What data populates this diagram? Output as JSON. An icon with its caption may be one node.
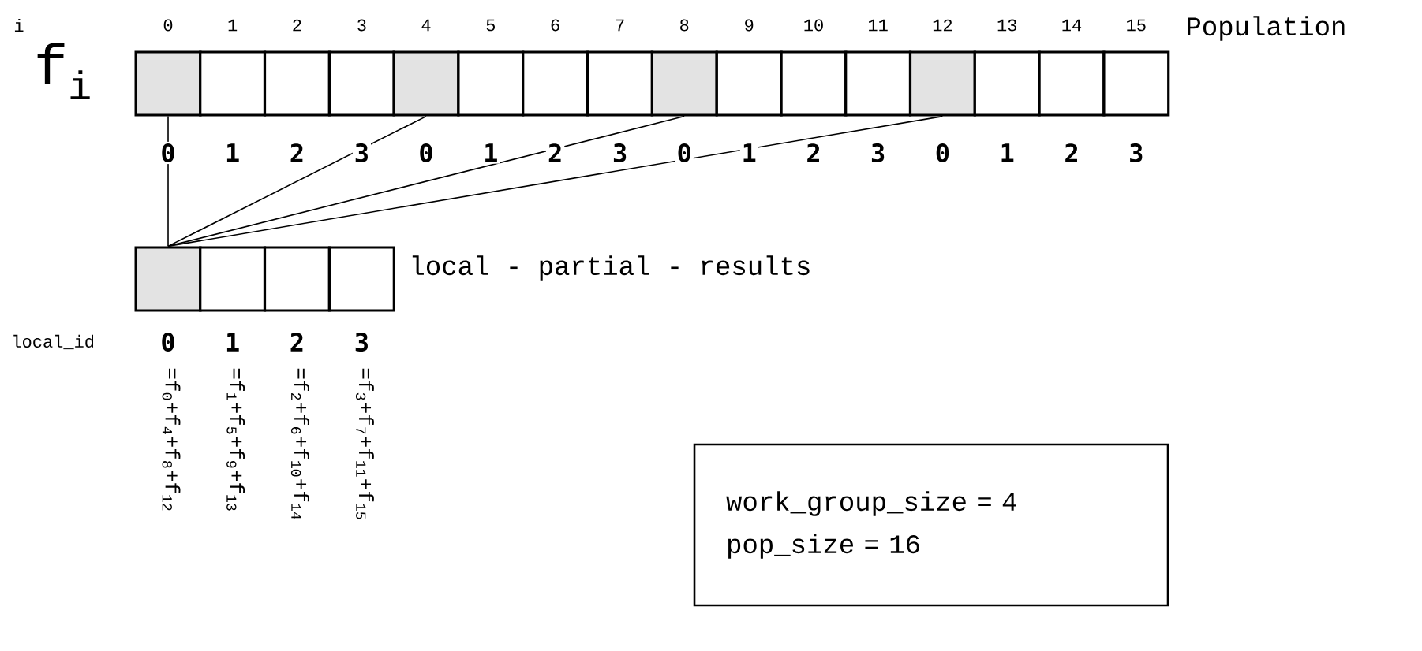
{
  "diagram": {
    "nodes": [
      {
        "text": [],
        "shape": "box",
        "beside": [
          "0",
          "0"
        ]
      },
      {
        "text": [],
        "shape": "box",
        "beside": [
          "1",
          "1"
        ]
      },
      {
        "text": [],
        "shape": "box",
        "beside": [
          "2",
          "2"
        ]
      },
      {
        "text": [],
        "shape": "box",
        "beside": [
          "3",
          "3"
        ]
      },
      {
        "text": [],
        "shape": "box",
        "beside": [
          "4",
          "0"
        ]
      },
      {
        "text": [],
        "shape": "box",
        "beside": [
          "5",
          "1"
        ]
      },
      {
        "text": [],
        "shape": "box",
        "beside": [
          "6",
          "2"
        ]
      },
      {
        "text": [],
        "shape": "box",
        "beside": [
          "7",
          "3"
        ]
      },
      {
        "text": [],
        "shape": "box",
        "beside": [
          "8",
          "0"
        ]
      },
      {
        "text": [],
        "shape": "box",
        "beside": [
          "9",
          "1"
        ]
      },
      {
        "text": [],
        "shape": "box",
        "beside": [
          "10",
          "2"
        ]
      },
      {
        "text": [],
        "shape": "box",
        "beside": [
          "11",
          "3"
        ]
      },
      {
        "text": [],
        "shape": "box",
        "beside": [
          "12",
          "0"
        ]
      },
      {
        "text": [],
        "shape": "box",
        "beside": [
          "13",
          "1"
        ]
      },
      {
        "text": [],
        "shape": "box",
        "beside": [
          "14",
          "2"
        ]
      },
      {
        "text": [],
        "shape": "box",
        "beside": [
          "15",
          "3"
        ]
      },
      {
        "text": [],
        "shape": "box",
        "beside": [
          "0",
          "=f$_{0}$+f$_{4}$+f$_{8}$+f$_{12}$"
        ]
      },
      {
        "text": [],
        "shape": "box",
        "beside": [
          "1",
          "=f$_{1}$+f$_{5}$+f$_{9}$+f$_{13}$"
        ]
      },
      {
        "text": [],
        "shape": "box",
        "beside": [
          "2",
          "=f$_{2}$+f$_{6}$+f$_{10}$+f$_{14}$"
        ]
      },
      {
        "text": [],
        "shape": "box",
        "beside": [
          "3",
          "=f$_{3}$+f$_{7}$+f$_{11}$+f$_{15}$"
        ]
      },
      {
        "text": [
          "work_group_size = 4",
          "pop_size = 16"
        ]
      }
    ],
    "edges": [
      {
        "from": 0,
        "to": 16,
        "arrow": "none"
      },
      {
        "from": 4,
        "to": 16,
        "arrow": "none"
      },
      {
        "from": 8,
        "to": 16,
        "arrow": "none"
      },
      {
        "from": 12,
        "to": 16,
        "arrow": "none"
      }
    ],
    "labels": [
      "i",
      "f$_{i}$",
      "Population",
      "local - partial - results",
      "local_id"
    ]
  }
}
